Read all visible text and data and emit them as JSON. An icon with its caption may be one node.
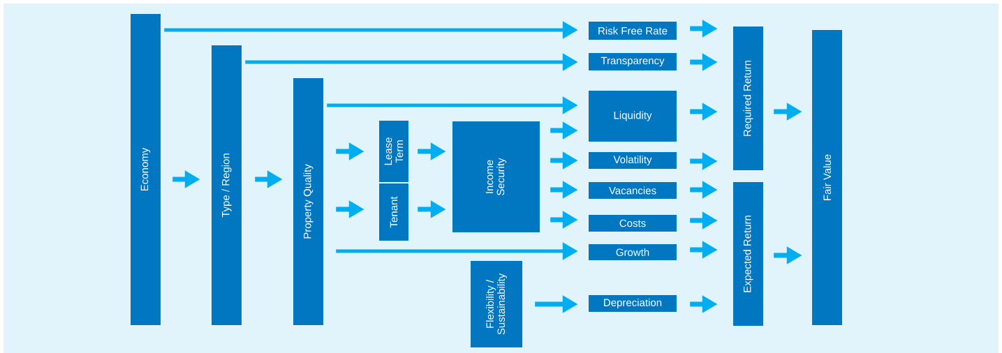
{
  "diagram": {
    "nodes": [
      {
        "text": [
          "Economy"
        ]
      },
      {
        "text": [
          "Type / Region"
        ]
      },
      {
        "text": [
          "Property Quality"
        ]
      },
      {
        "text": [
          "Lease Term"
        ]
      },
      {
        "text": [
          "Tenant"
        ]
      },
      {
        "text": [
          "Income Security"
        ]
      },
      {
        "text": [
          "Flexibility / Sustainability"
        ]
      },
      {
        "text": [
          "Risk Free Rate"
        ]
      },
      {
        "text": [
          "Transparency"
        ]
      },
      {
        "text": [
          "Liquidity"
        ]
      },
      {
        "text": [
          "Volatility"
        ]
      },
      {
        "text": [
          "Vacancies"
        ]
      },
      {
        "text": [
          "Costs"
        ]
      },
      {
        "text": [
          "Growth"
        ]
      },
      {
        "text": [
          "Depreciation"
        ]
      },
      {
        "text": [
          "Required Return"
        ]
      },
      {
        "text": [
          "Expected Return"
        ]
      },
      {
        "text": [
          "Fair Value"
        ]
      }
    ],
    "edges": [
      {
        "from": 0,
        "to": 1,
        "arrow": "to"
      },
      {
        "from": 1,
        "to": 2,
        "arrow": "to"
      },
      {
        "from": 2,
        "to": 3,
        "arrow": "to"
      },
      {
        "from": 2,
        "to": 4,
        "arrow": "to"
      },
      {
        "from": 3,
        "to": 5,
        "arrow": "to"
      },
      {
        "from": 4,
        "to": 5,
        "arrow": "to"
      },
      {
        "from": 5,
        "to": 9,
        "arrow": "to"
      },
      {
        "from": 5,
        "to": 10,
        "arrow": "to"
      },
      {
        "from": 5,
        "to": 11,
        "arrow": "to"
      },
      {
        "from": 5,
        "to": 12,
        "arrow": "to"
      },
      {
        "from": 0,
        "to": 7,
        "arrow": "to"
      },
      {
        "from": 1,
        "to": 8,
        "arrow": "to"
      },
      {
        "from": 2,
        "to": 9,
        "arrow": "to"
      },
      {
        "from": 2,
        "to": 13,
        "arrow": "to"
      },
      {
        "from": 6,
        "to": 14,
        "arrow": "to"
      },
      {
        "from": 7,
        "to": 15,
        "arrow": "to"
      },
      {
        "from": 8,
        "to": 15,
        "arrow": "to"
      },
      {
        "from": 9,
        "to": 15,
        "arrow": "to"
      },
      {
        "from": 10,
        "to": 15,
        "arrow": "to"
      },
      {
        "from": 11,
        "to": 16,
        "arrow": "to"
      },
      {
        "from": 12,
        "to": 16,
        "arrow": "to"
      },
      {
        "from": 13,
        "to": 16,
        "arrow": "to"
      },
      {
        "from": 14,
        "to": 16,
        "arrow": "to"
      },
      {
        "from": 15,
        "to": 17,
        "arrow": "to"
      },
      {
        "from": 16,
        "to": 17,
        "arrow": "to"
      }
    ]
  }
}
